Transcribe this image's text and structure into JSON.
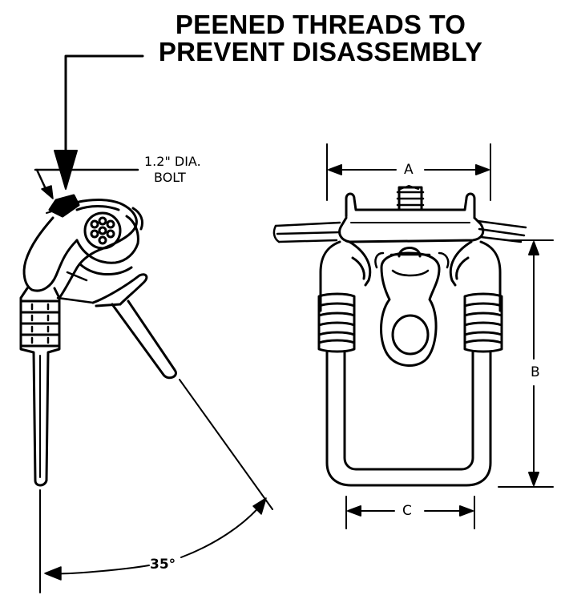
{
  "callout": {
    "line1": "PEENED THREADS TO",
    "line2": "PREVENT DISASSEMBLY"
  },
  "bolt_label": {
    "line1": "1.2\" DIA.",
    "line2": "BOLT"
  },
  "dimensions": {
    "a": "A",
    "b": "B",
    "c": "C",
    "angle": "35°"
  },
  "colors": {
    "ink": "#000000",
    "paper": "#ffffff"
  }
}
